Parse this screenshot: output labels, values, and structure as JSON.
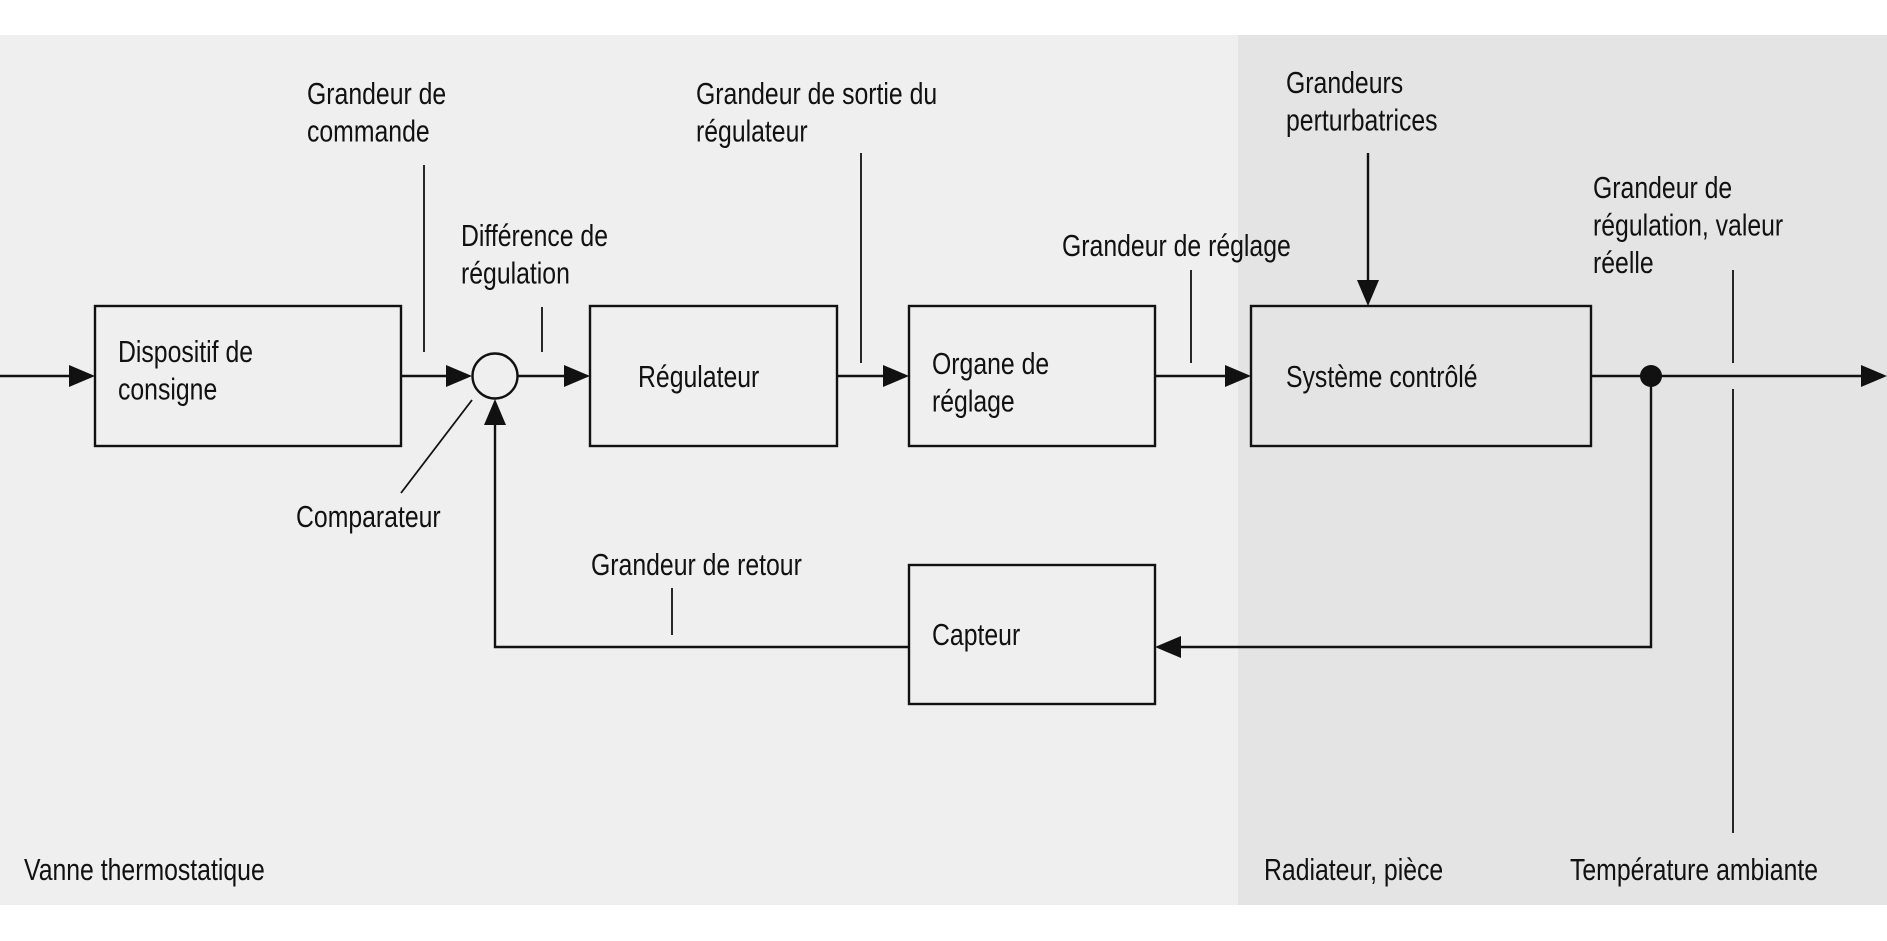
{
  "diagram": {
    "title": "Boucle de régulation — vanne thermostatique",
    "colors": {
      "left_panel": "#efefef",
      "right_panel": "#e4e4e4",
      "stroke": "#111111",
      "page": "#ffffff"
    },
    "blocks": {
      "setpoint": [
        "Dispositif de",
        "consigne"
      ],
      "controller": [
        "Régulateur"
      ],
      "actuator": [
        "Organe de",
        "réglage"
      ],
      "plant": [
        "Système contrôlé"
      ],
      "sensor": [
        "Capteur"
      ]
    },
    "signals": {
      "reference": [
        "Grandeur de",
        "commande"
      ],
      "error": [
        "Différence de",
        "régulation"
      ],
      "controller_output": [
        "Grandeur de sortie du",
        "régulateur"
      ],
      "manipulated": [
        "Grandeur de réglage"
      ],
      "disturbances": [
        "Grandeurs",
        "perturbatrices"
      ],
      "controlled": [
        "Grandeur de",
        "régulation, valeur",
        "réelle"
      ],
      "feedback": [
        "Grandeur de retour"
      ],
      "comparator": [
        "Comparateur"
      ]
    },
    "regions": {
      "left": "Vanne thermostatique",
      "right_plant": "Radiateur, pièce",
      "right_output": "Température ambiante"
    }
  }
}
